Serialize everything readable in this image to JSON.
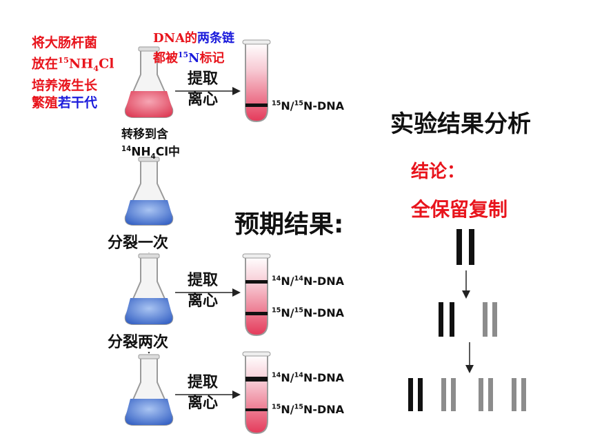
{
  "top_left_note": {
    "line1": "将大肠杆菌",
    "line2_pre": "放在",
    "line2_sup": "15",
    "line2_mid": "NH",
    "line2_sub": "4",
    "line2_post": "Cl",
    "line3": "培养液生长",
    "line4_red": "繁殖",
    "line4_blue": "若干代"
  },
  "top_note": {
    "line1_a": "DNA的",
    "line1_b": "两条链",
    "line2_a": "都被",
    "line2_sup": "15",
    "line2_b": "N",
    "line2_c": "标记"
  },
  "transfer_note": {
    "line1": "转移到含",
    "line2_sup": "14",
    "line2_a": "NH",
    "line2_sub": "4",
    "line2_b": "Cl中"
  },
  "extract_label": {
    "line1": "提取",
    "line2": "离心"
  },
  "division_labels": {
    "first": "分裂一次",
    "second": "分裂两次"
  },
  "tube_labels": {
    "heavy_a": "15",
    "heavy_b": "N/",
    "heavy_c": "15",
    "heavy_d": "N-DNA",
    "light_a": "14",
    "light_b": "N/",
    "light_c": "14",
    "light_d": "N-DNA"
  },
  "expected_title": "预期结果:",
  "analysis_title": "实验结果分析",
  "conclusion_label": "结论：",
  "conclusion_value": "全保留复制",
  "colors": {
    "red_text": "#e8141c",
    "blue_text": "#1a1adb",
    "medium_red": "#e0405a",
    "medium_blue": "#3f6fd0",
    "strand_dark": "#111111",
    "strand_gray": "#8c8c8c"
  }
}
